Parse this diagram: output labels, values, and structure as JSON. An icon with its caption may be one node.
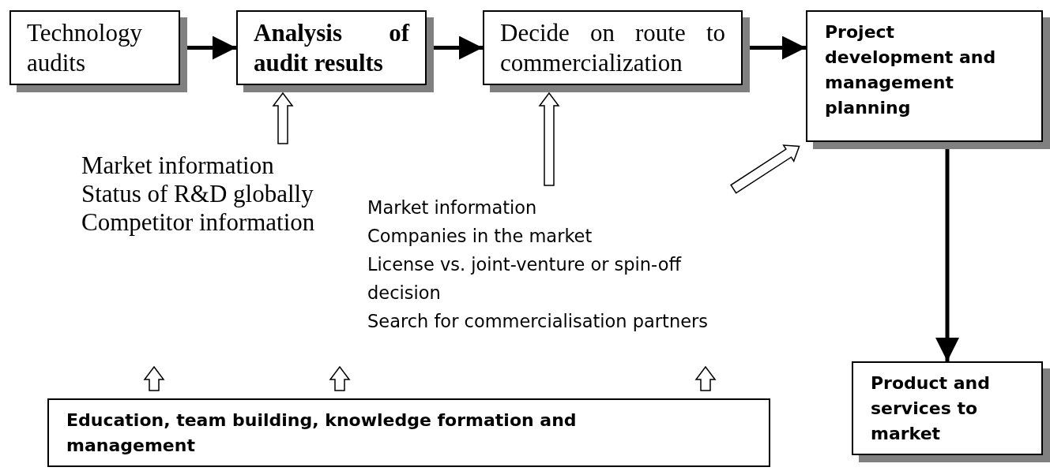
{
  "diagram": {
    "nodes": [
      {
        "text": [
          "Technology audits"
        ]
      },
      {
        "text": [
          "Analysis of audit results"
        ]
      },
      {
        "text": [
          "Decide on route to commercialization"
        ]
      },
      {
        "text": [
          "Project development and management planning"
        ]
      },
      {
        "text": [
          "Product and services to market"
        ]
      },
      {
        "text": [
          "Market information",
          "Status of R&D globally",
          "Competitor information"
        ]
      },
      {
        "text": [
          "Market information",
          "Companies in the market",
          "License vs. joint-venture or spin-off decision",
          "Search for commercialisation partners"
        ]
      },
      {
        "text": [
          "Education, team building, knowledge formation and management"
        ]
      }
    ],
    "edges": [
      {
        "from": 0,
        "to": 1,
        "arrow": "to"
      },
      {
        "from": 1,
        "to": 2,
        "arrow": "to"
      },
      {
        "from": 2,
        "to": 3,
        "arrow": "to"
      },
      {
        "from": 3,
        "to": 4,
        "arrow": "to"
      },
      {
        "from": 5,
        "to": 1,
        "arrow": "to"
      },
      {
        "from": 6,
        "to": 2,
        "arrow": "to"
      },
      {
        "from": 6,
        "to": 3,
        "arrow": "to"
      },
      {
        "from": 7,
        "to": null,
        "arrow": "to"
      },
      {
        "from": 7,
        "to": null,
        "arrow": "to"
      },
      {
        "from": 7,
        "to": null,
        "arrow": "to"
      }
    ]
  }
}
